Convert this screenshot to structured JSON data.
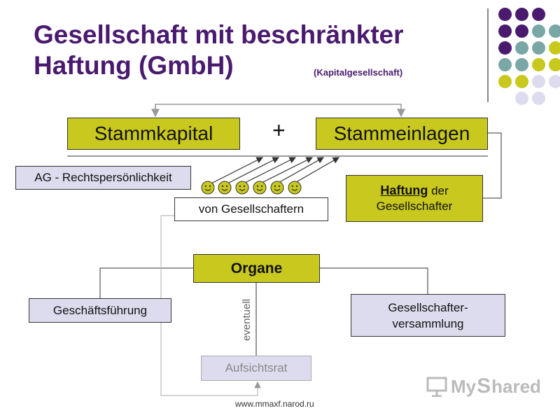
{
  "title": "Gesellschaft mit beschränkter Haftung (GmbH)",
  "subtitle": "(Kapitalgesellschaft)",
  "nodes": {
    "stammkapital": "Stammkapital",
    "plus": "+",
    "stammeinlagen": "Stammeinlagen",
    "ag": "AG - Rechtspersönlichkeit",
    "haftung_bold": "Haftung",
    "haftung_rest": " der Gesellschafter",
    "von": "von Gesellschaftern",
    "organe": "Organe",
    "geschaeftsfuehrung": "Geschäftsführung",
    "versammlung": "Gesellschafter-versammlung",
    "eventuell": "eventuell",
    "aufsichtsrat": "Aufsichtsrat"
  },
  "footer": "www.mmaxf.narod.ru",
  "watermark": {
    "pre": "My",
    "post": "hared"
  },
  "colors": {
    "purple": "#4a1a6e",
    "teal": "#7aa6a6",
    "olive": "#c8c81e",
    "lavender": "#dcdcee"
  }
}
